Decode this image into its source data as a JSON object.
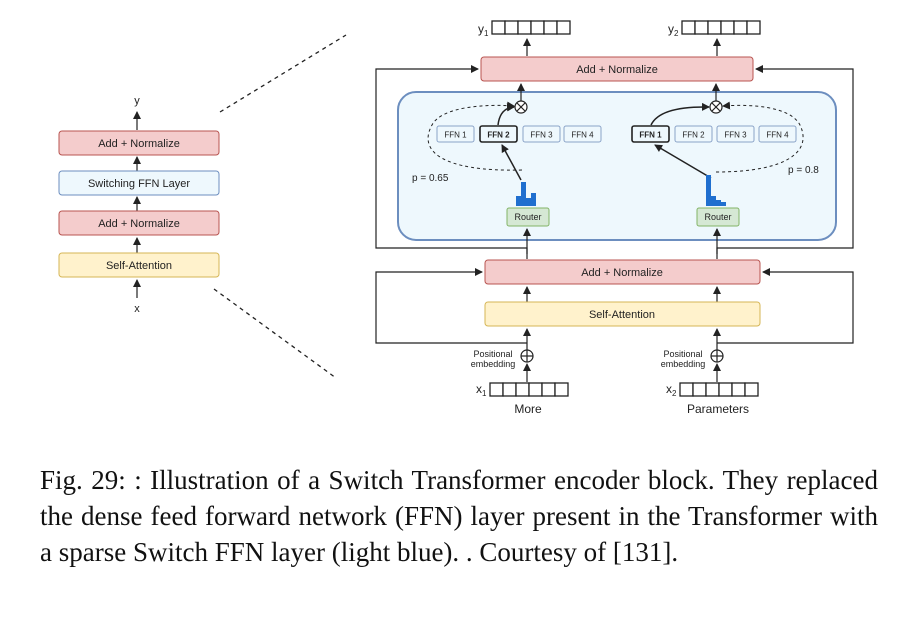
{
  "left_block": {
    "output_label": "y",
    "input_label": "x",
    "add_norm_top": "Add + Normalize",
    "switching_ffn": "Switching FFN Layer",
    "add_norm_bottom": "Add + Normalize",
    "self_attention": "Self-Attention"
  },
  "right_block": {
    "outputs": [
      {
        "label": "y",
        "sub": "1"
      },
      {
        "label": "y",
        "sub": "2"
      }
    ],
    "add_norm_top": "Add + Normalize",
    "add_norm_bottom": "Add + Normalize",
    "self_attention": "Self-Attention",
    "router_label": "Router",
    "left_ffns": [
      "FFN 1",
      "FFN 2",
      "FFN 3",
      "FFN 4"
    ],
    "right_ffns": [
      "FFN 1",
      "FFN 2",
      "FFN 3",
      "FFN 4"
    ],
    "left_selected_ffn": "FFN 2",
    "right_selected_ffn": "FFN 1",
    "left_prob": "p = 0.65",
    "right_prob": "p = 0.8",
    "positional_embedding_line1": "Positional",
    "positional_embedding_line2": "embedding",
    "inputs": [
      {
        "label": "x",
        "sub": "1",
        "word": "More"
      },
      {
        "label": "x",
        "sub": "2",
        "word": "Parameters"
      }
    ]
  },
  "caption": "Fig. 29: : Illustration of a Switch Transformer encoder block. They replaced the dense feed forward network (FFN) layer present in the Transformer with a sparse Switch FFN layer (light blue). . Courtesy of [131].",
  "colors": {
    "add_norm_fill": "#f4cccc",
    "add_norm_stroke": "#b85450",
    "self_attention_fill": "#fff2cc",
    "self_attention_stroke": "#d6b656",
    "switch_fill": "#eef8fd",
    "switch_stroke": "#6c8ebf",
    "router_fill": "#d5e8d4",
    "router_stroke": "#82b366",
    "bar_color": "#1f6fcf"
  }
}
